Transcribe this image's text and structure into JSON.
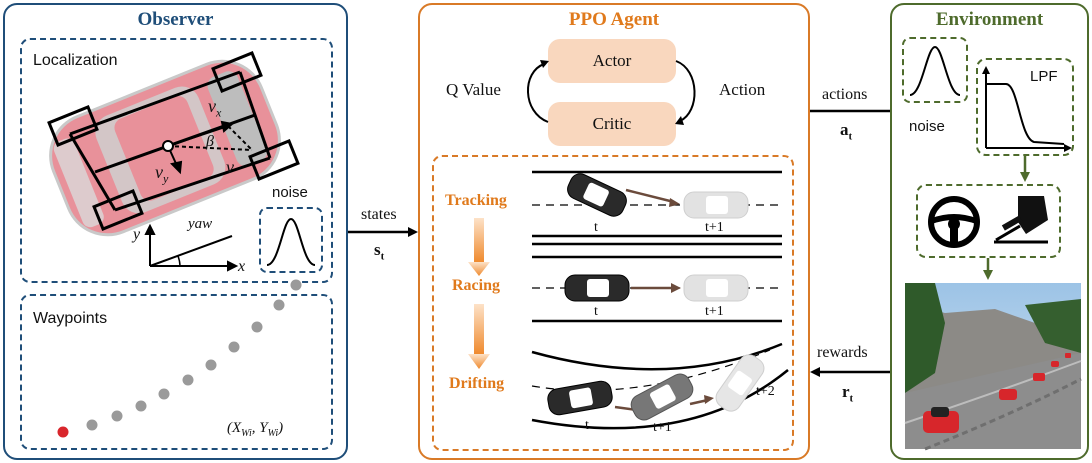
{
  "observer": {
    "title": "Observer",
    "localization_label": "Localization",
    "vx": "v",
    "vx_sub": "x",
    "vy": "v",
    "vy_sub": "y",
    "beta": "β",
    "v": "v",
    "yaw": "yaw",
    "axis_x": "x",
    "axis_y": "y",
    "noise_label": "noise",
    "waypoints_label": "Waypoints",
    "waypoint_coord": "(X",
    "waypoint_coord_x_sub": "Wi",
    "waypoint_coord_mid": ", Y",
    "waypoint_coord_y_sub": "Wi",
    "waypoint_coord_end": ")"
  },
  "ppo": {
    "title": "PPO Agent",
    "actor": "Actor",
    "critic": "Critic",
    "q_value": "Q Value",
    "action": "Action",
    "stages": [
      "Tracking",
      "Racing",
      "Drifting"
    ],
    "time_labels": {
      "tracking": [
        "t",
        "t+1"
      ],
      "racing": [
        "t",
        "t+1"
      ],
      "drifting": [
        "t",
        "t+1",
        "t+2"
      ]
    }
  },
  "environment": {
    "title": "Environment",
    "noise_label": "noise",
    "lpf_label": "LPF"
  },
  "connections": {
    "states": "states",
    "states_symbol": "s",
    "states_sub": "t",
    "actions": "actions",
    "actions_symbol": "a",
    "actions_sub": "t",
    "rewards": "rewards",
    "rewards_symbol": "r",
    "rewards_sub": "t"
  },
  "colors": {
    "observer": "#1f4e79",
    "ppo": "#d97a27",
    "environment": "#4e6b2c",
    "body": "#e8919a",
    "waypoint": "#9a9a9a",
    "waypoint_start": "#d9262c"
  }
}
